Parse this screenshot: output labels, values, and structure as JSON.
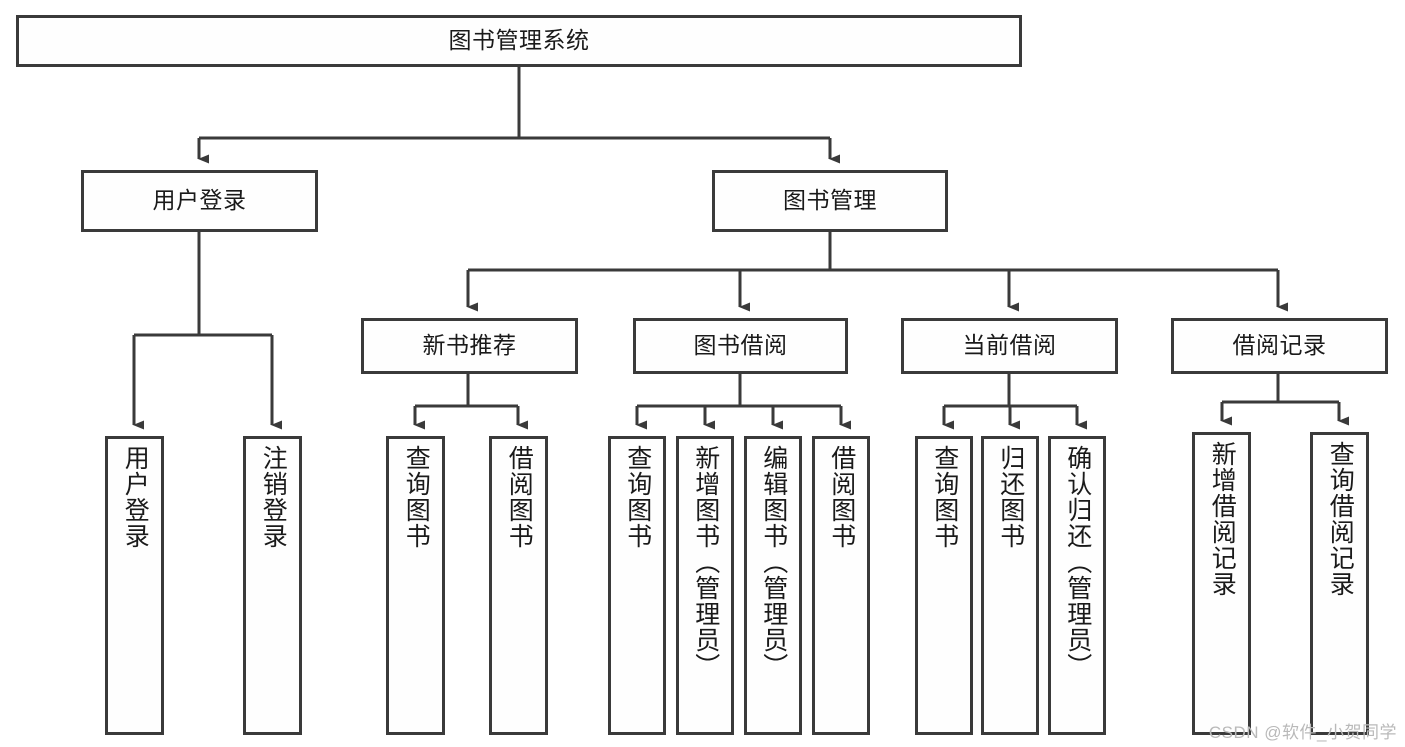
{
  "diagram": {
    "title": "图书管理系统",
    "watermark": "CSDN @软件_小贺同学",
    "colors": {
      "stroke": "#3a3a3a",
      "fill": "#fefefe",
      "text": "#1a1a1a",
      "watermark": "#b9b9b9",
      "background": "#ffffff"
    },
    "levels": {
      "root": "图书管理系统",
      "level2": [
        "用户登录",
        "图书管理"
      ],
      "level3": [
        "新书推荐",
        "图书借阅",
        "当前借阅",
        "借阅记录"
      ]
    },
    "nodes": {
      "root": {
        "label": "图书管理系统"
      },
      "user_login": {
        "label": "用户登录"
      },
      "book_manage": {
        "label": "图书管理"
      },
      "new_book_rec": {
        "label": "新书推荐"
      },
      "book_borrow": {
        "label": "图书借阅"
      },
      "current_borrow": {
        "label": "当前借阅"
      },
      "borrow_record": {
        "label": "借阅记录"
      },
      "leaf_user_login": {
        "label": "用户登录"
      },
      "leaf_logout": {
        "label": "注销登录"
      },
      "leaf_query_book_a": {
        "label": "查询图书"
      },
      "leaf_borrow_book_a": {
        "label": "借阅图书"
      },
      "leaf_query_book_b": {
        "label": "查询图书"
      },
      "leaf_add_book": {
        "label": "新增图书（管理员）"
      },
      "leaf_edit_book": {
        "label": "编辑图书（管理员）"
      },
      "leaf_borrow_book_b": {
        "label": "借阅图书"
      },
      "leaf_query_book_c": {
        "label": "查询图书"
      },
      "leaf_return_book": {
        "label": "归还图书"
      },
      "leaf_confirm_return": {
        "label": "确认归还（管理员）"
      },
      "leaf_add_record": {
        "label": "新增借阅记录"
      },
      "leaf_query_record": {
        "label": "查询借阅记录"
      }
    },
    "tree": {
      "label": "图书管理系统",
      "children": [
        {
          "label": "用户登录",
          "children": [
            {
              "label": "用户登录"
            },
            {
              "label": "注销登录"
            }
          ]
        },
        {
          "label": "图书管理",
          "children": [
            {
              "label": "新书推荐",
              "children": [
                {
                  "label": "查询图书"
                },
                {
                  "label": "借阅图书"
                }
              ]
            },
            {
              "label": "图书借阅",
              "children": [
                {
                  "label": "查询图书"
                },
                {
                  "label": "新增图书（管理员）"
                },
                {
                  "label": "编辑图书（管理员）"
                },
                {
                  "label": "借阅图书"
                }
              ]
            },
            {
              "label": "当前借阅",
              "children": [
                {
                  "label": "查询图书"
                },
                {
                  "label": "归还图书"
                },
                {
                  "label": "确认归还（管理员）"
                }
              ]
            },
            {
              "label": "借阅记录",
              "children": [
                {
                  "label": "新增借阅记录"
                },
                {
                  "label": "查询借阅记录"
                }
              ]
            }
          ]
        }
      ]
    }
  }
}
